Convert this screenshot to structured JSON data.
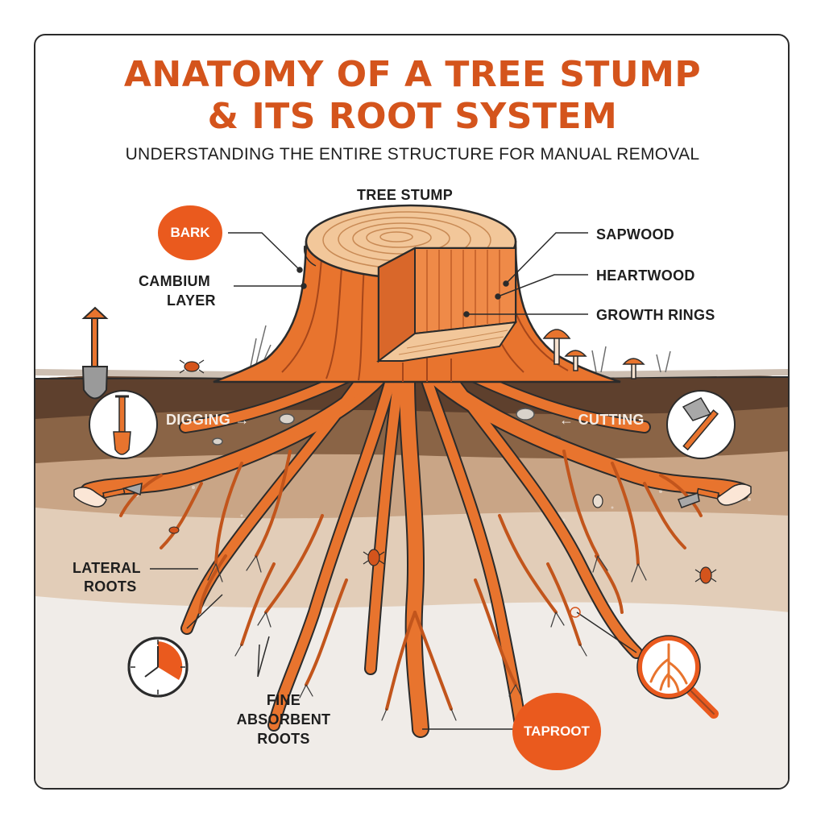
{
  "header": {
    "title_line1": "ANATOMY OF A TREE STUMP",
    "title_line2": "& ITS ROOT SYSTEM",
    "subtitle": "UNDERSTANDING THE ENTIRE STRUCTURE FOR MANUAL REMOVAL"
  },
  "labels": {
    "tree_stump": "TREE STUMP",
    "bark": "BARK",
    "cambium_line1": "CAMBIUM",
    "cambium_line2": "LAYER",
    "sapwood": "SAPWOOD",
    "heartwood": "HEARTWOOD",
    "growth_rings": "GROWTH RINGS",
    "digging": "DIGGING →",
    "cutting": "← CUTTING",
    "lateral_line1": "LATERAL",
    "lateral_line2": "ROOTS",
    "fine_line1": "FINE",
    "fine_line2": "ABSORBENT",
    "fine_line3": "ROOTS",
    "taproot": "TAPROOT"
  },
  "colors": {
    "accent": "#d4541c",
    "badge": "#ea5a1e",
    "wood": "#e8742e",
    "topsoil": "#6b4a36",
    "subsoil": "#c9a586"
  },
  "icons": [
    "shovel-icon",
    "axe-icon",
    "clock-icon",
    "magnifier-icon",
    "beetle-icon",
    "mushroom-icon",
    "hand-trowel-icon",
    "hand-saw-icon"
  ]
}
